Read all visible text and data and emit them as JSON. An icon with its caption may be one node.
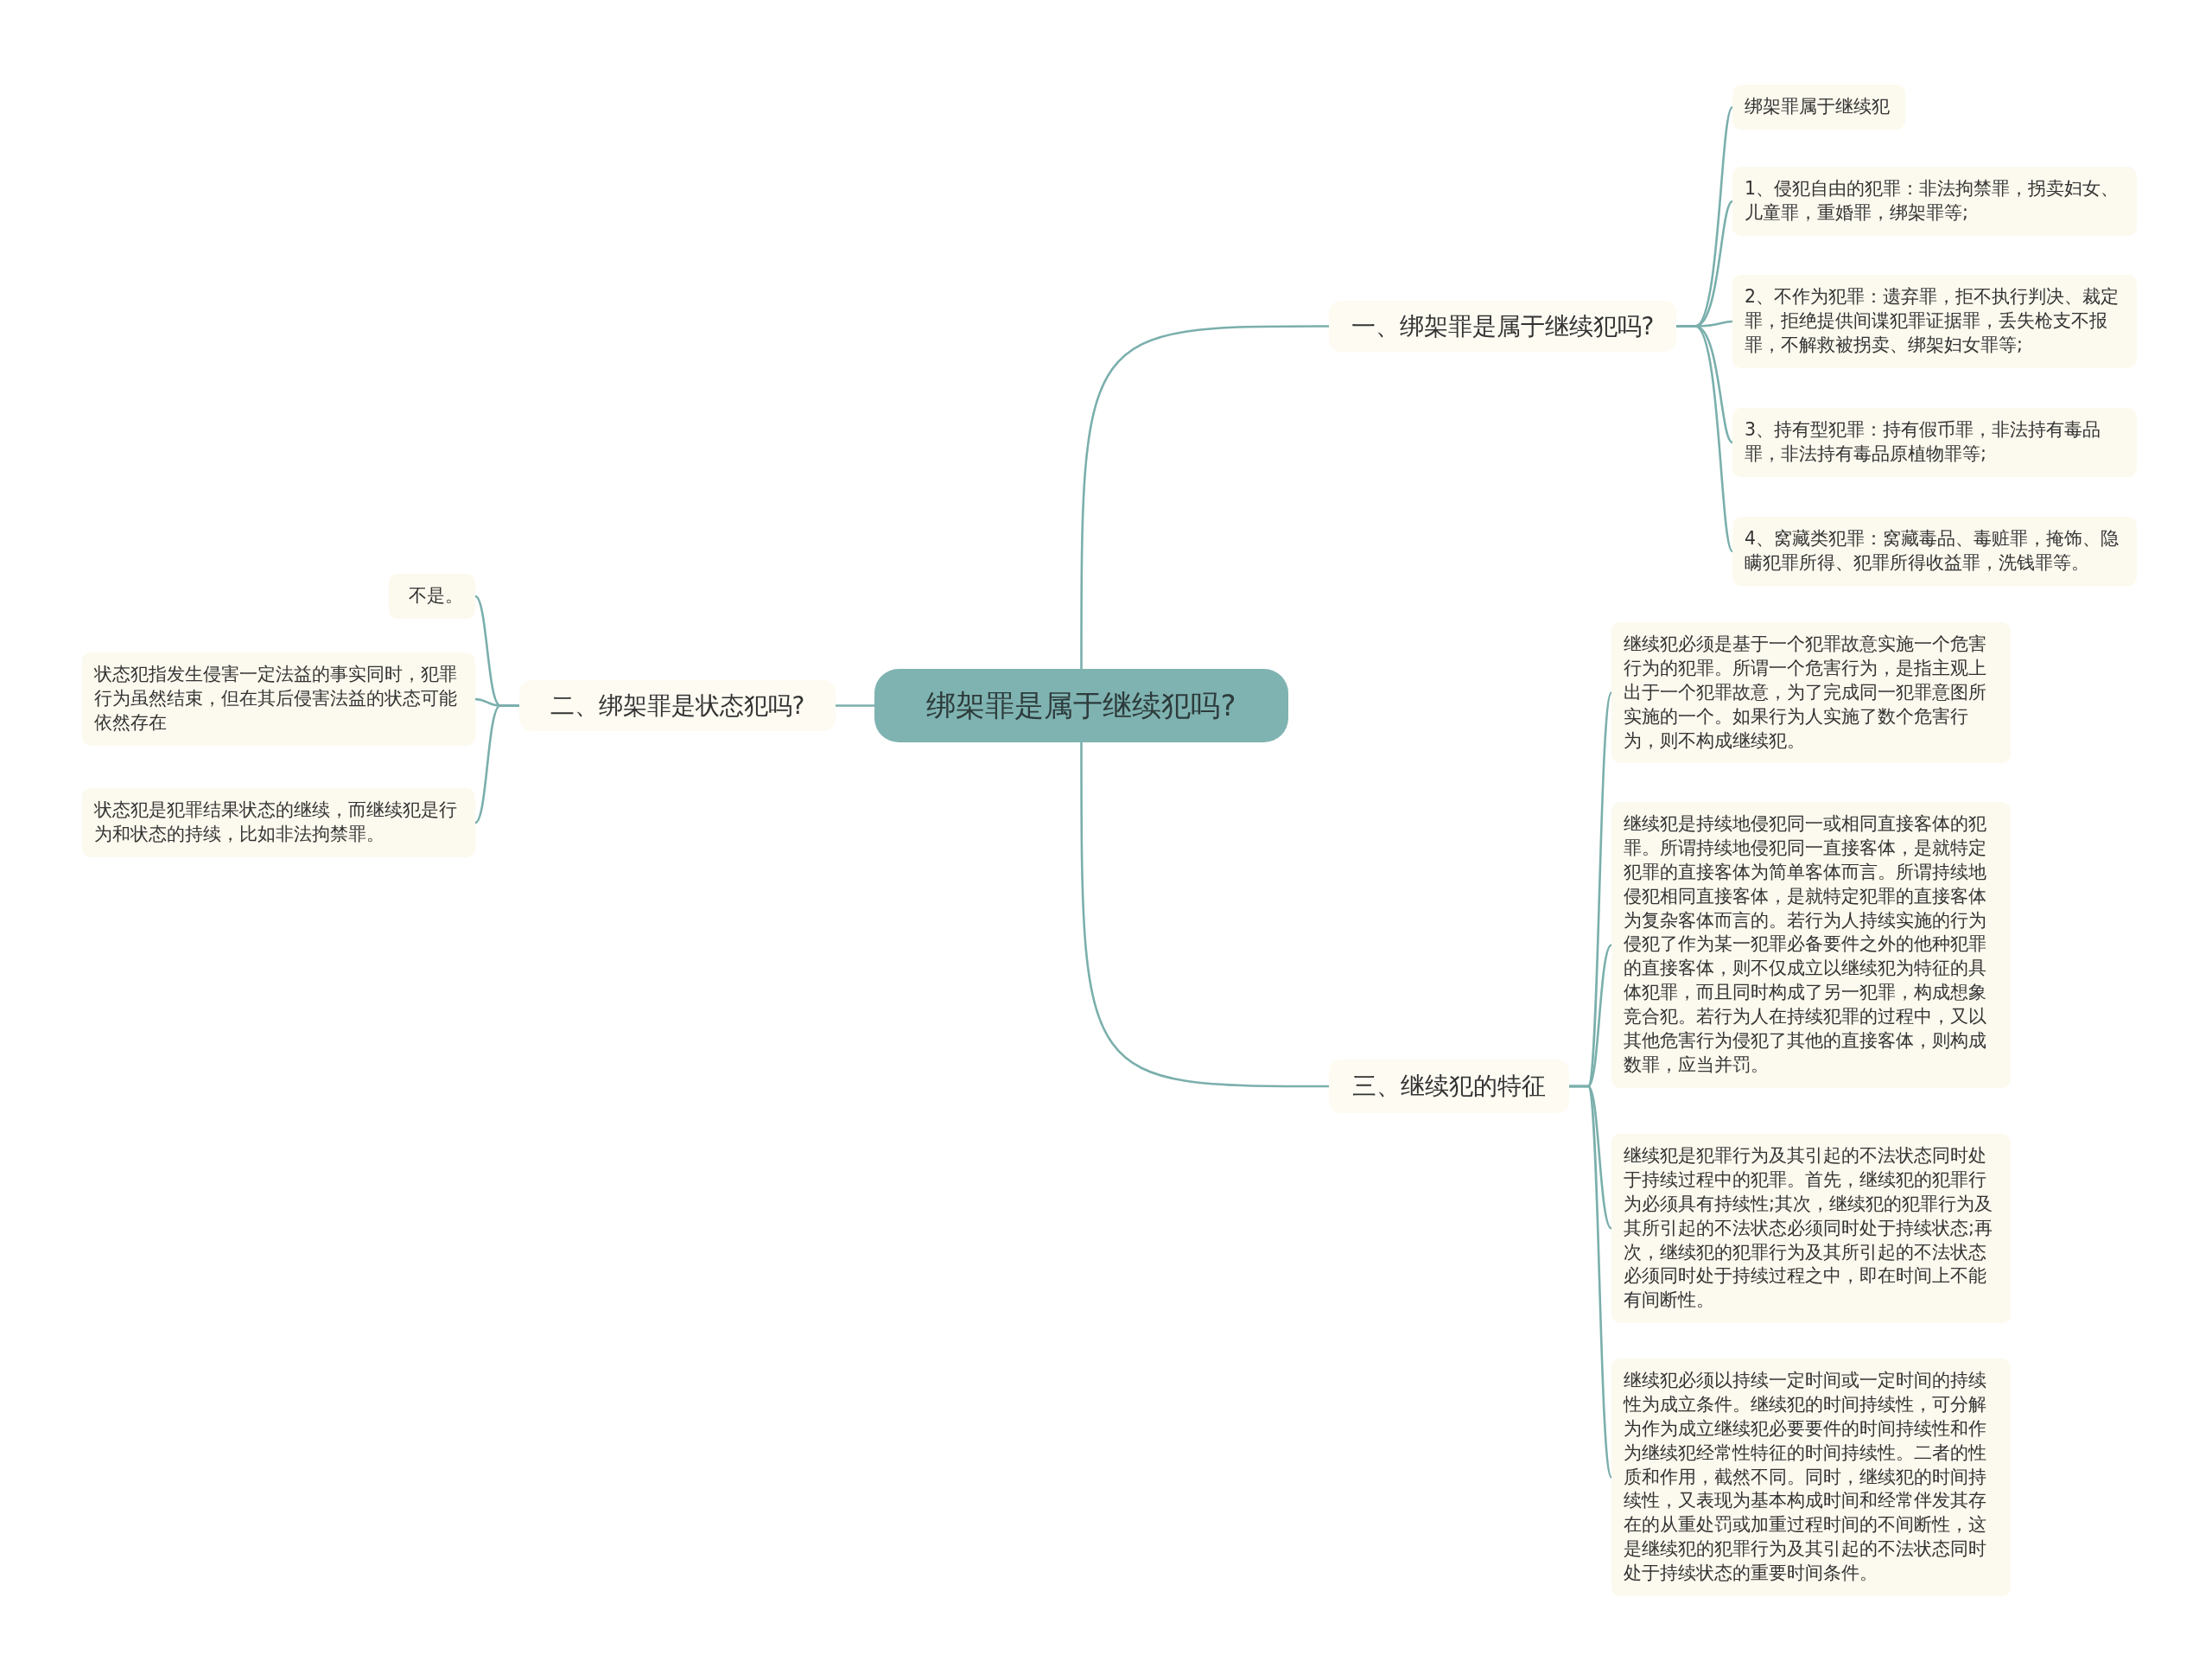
{
  "diagram": {
    "nodes": [
      {
        "text": [
          "绑架罪是属于继续犯吗?"
        ]
      },
      {
        "text": [
          "一、绑架罪是属于继续犯吗?"
        ]
      },
      {
        "text": [
          "绑架罪属于继续犯"
        ]
      },
      {
        "text": [
          "1、侵犯自由的犯罪：非法拘禁罪，拐卖妇女、儿童罪，重婚罪，绑架罪等;"
        ]
      },
      {
        "text": [
          "2、不作为犯罪：遗弃罪，拒不执行判决、裁定罪，拒绝提供间谍犯罪证据罪，丢失枪支不报罪，不解救被拐卖、绑架妇女罪等;"
        ]
      },
      {
        "text": [
          "3、持有型犯罪：持有假币罪，非法持有毒品罪，非法持有毒品原植物罪等;"
        ]
      },
      {
        "text": [
          "4、窝藏类犯罪：窝藏毒品、毒赃罪，掩饰、隐瞒犯罪所得、犯罪所得收益罪，洗钱罪等。"
        ]
      },
      {
        "text": [
          "二、绑架罪是状态犯吗?"
        ]
      },
      {
        "text": [
          "不是。"
        ]
      },
      {
        "text": [
          "状态犯指发生侵害一定法益的事实同时，犯罪行为虽然结束，但在其后侵害法益的状态可能依然存在"
        ]
      },
      {
        "text": [
          "状态犯是犯罪结果状态的继续，而继续犯是行为和状态的持续，比如非法拘禁罪。"
        ]
      },
      {
        "text": [
          "三、继续犯的特征"
        ]
      },
      {
        "text": [
          "继续犯必须是基于一个犯罪故意实施一个危害行为的犯罪。所谓一个危害行为，是指主观上出于一个犯罪故意，为了完成同一犯罪意图所实施的一个。如果行为人实施了数个危害行为，则不构成继续犯。"
        ]
      },
      {
        "text": [
          "继续犯是持续地侵犯同一或相同直接客体的犯罪。所谓持续地侵犯同一直接客体，是就特定犯罪的直接客体为简单客体而言。所谓持续地侵犯相同直接客体，是就特定犯罪的直接客体为复杂客体而言的。若行为人持续实施的行为侵犯了作为某一犯罪必备要件之外的他种犯罪的直接客体，则不仅成立以继续犯为特征的具体犯罪，而且同时构成了另一犯罪，构成想象竞合犯。若行为人在持续犯罪的过程中，又以其他危害行为侵犯了其他的直接客体，则构成数罪，应当并罚。"
        ]
      },
      {
        "text": [
          "继续犯是犯罪行为及其引起的不法状态同时处于持续过程中的犯罪。首先，继续犯的犯罪行为必须具有持续性;其次，继续犯的犯罪行为及其所引起的不法状态必须同时处于持续状态;再次，继续犯的犯罪行为及其所引起的不法状态必须同时处于持续过程之中，即在时间上不能有间断性。"
        ]
      },
      {
        "text": [
          "继续犯必须以持续一定时间或一定时间的持续性为成立条件。继续犯的时间持续性，可分解为作为成立继续犯必要要件的时间持续性和作为继续犯经常性特征的时间持续性。二者的性质和作用，截然不同。同时，继续犯的时间持续性，又表现为基本构成时间和经常伴发其存在的从重处罚或加重过程时间的不间断性，这是继续犯的犯罪行为及其引起的不法状态同时处于持续状态的重要时间条件。"
        ]
      }
    ],
    "edges": [
      {
        "from": 0,
        "to": 1,
        "arrow": "none"
      },
      {
        "from": 1,
        "to": 2,
        "arrow": "none"
      },
      {
        "from": 1,
        "to": 3,
        "arrow": "none"
      },
      {
        "from": 1,
        "to": 4,
        "arrow": "none"
      },
      {
        "from": 1,
        "to": 5,
        "arrow": "none"
      },
      {
        "from": 1,
        "to": 6,
        "arrow": "none"
      },
      {
        "from": 0,
        "to": 7,
        "arrow": "none"
      },
      {
        "from": 7,
        "to": 8,
        "arrow": "none"
      },
      {
        "from": 7,
        "to": 9,
        "arrow": "none"
      },
      {
        "from": 7,
        "to": 10,
        "arrow": "none"
      },
      {
        "from": 0,
        "to": 11,
        "arrow": "none"
      },
      {
        "from": 11,
        "to": 12,
        "arrow": "none"
      },
      {
        "from": 11,
        "to": 13,
        "arrow": "none"
      },
      {
        "from": 11,
        "to": 14,
        "arrow": "none"
      },
      {
        "from": 11,
        "to": 15,
        "arrow": "none"
      }
    ]
  }
}
